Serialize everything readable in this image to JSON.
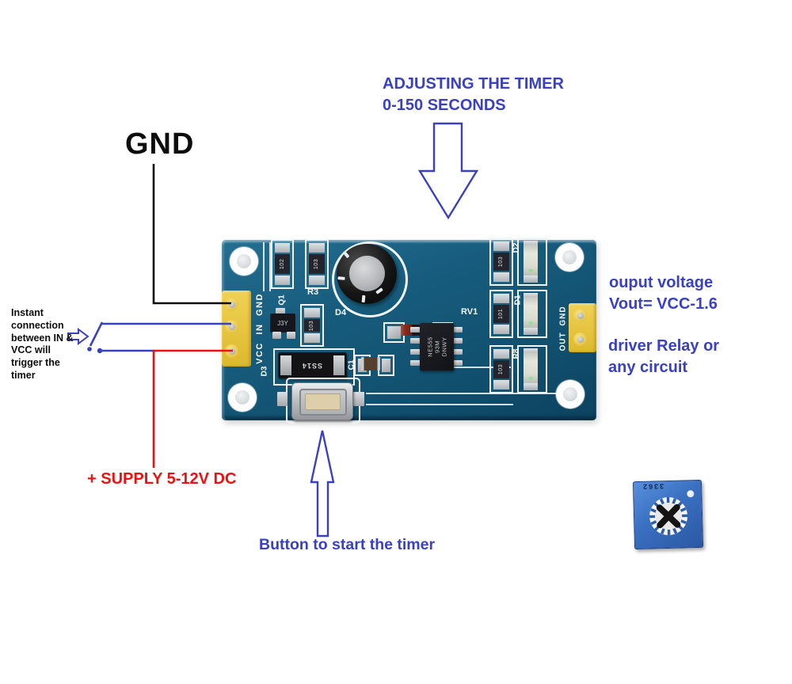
{
  "title_note": {
    "line1": "ADJUSTING THE TIMER",
    "line2": "0-150 SECONDS"
  },
  "gnd_label": "GND",
  "trigger_note": {
    "lines": [
      "Instant",
      "connection",
      "between IN &",
      "VCC will",
      "trigger the",
      "timer"
    ]
  },
  "output_note": {
    "line1": "ouput voltage",
    "line2": "Vout= VCC-1.6"
  },
  "driver_note": {
    "line1": "driver Relay or",
    "line2": "any circuit"
  },
  "supply_note": "+ SUPPLY 5-12V DC",
  "button_note": "Button to start the timer",
  "board": {
    "left_header_label": "VCC IN GND",
    "right_header_label": "OUT GND",
    "ic": {
      "line1": "NE555",
      "line2": "93M",
      "line3": "DNWY"
    },
    "pot": {
      "ref": "RV1",
      "marking": "3362"
    },
    "refs": {
      "q1": "Q1",
      "r3": "R3",
      "d3": "D3",
      "d4": "D4",
      "c1": "C1",
      "d2": "D2",
      "d1": "D1",
      "r8": "R8"
    },
    "marks": {
      "q1": "J3Y",
      "d3": "SS14",
      "rtop1": "102",
      "rtop2": "103",
      "r3": "103",
      "col1": "103",
      "col2": "101",
      "col3": "103"
    }
  },
  "colors": {
    "annotation_blue": "#3a40c2",
    "annotation_red": "#ee1111",
    "annotation_black": "#0d0d0d",
    "pcb_blue": "#135574",
    "header_yellow": "#e8c93e",
    "silkscreen": "#ffffff"
  }
}
